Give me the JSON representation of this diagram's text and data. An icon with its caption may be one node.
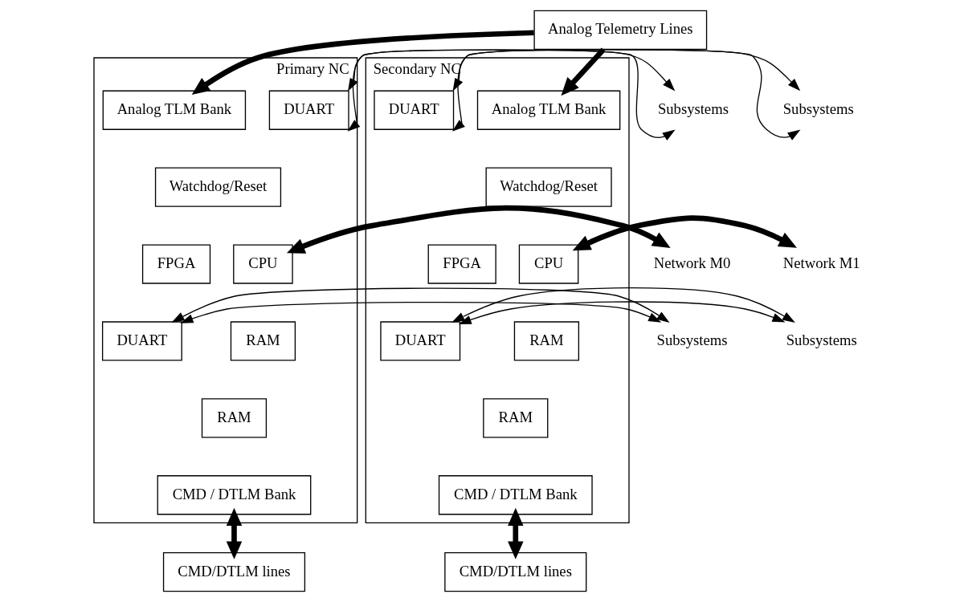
{
  "diagram": {
    "nodes": [
      {
        "text": [
          "Analog Telemetry Lines"
        ]
      },
      {
        "text": [
          "Primary NC"
        ]
      },
      {
        "text": [
          "DUART"
        ],
        "in": 1
      },
      {
        "text": [
          "Analog TLM Bank"
        ],
        "in": 1
      },
      {
        "text": [
          "Watchdog/Reset"
        ],
        "in": 1
      },
      {
        "text": [
          "CPU"
        ],
        "in": 1
      },
      {
        "text": [
          "FPGA"
        ],
        "in": 1
      },
      {
        "text": [
          "RAM"
        ],
        "in": 1
      },
      {
        "text": [
          "RAM"
        ],
        "in": 1
      },
      {
        "text": [
          "DUART"
        ],
        "in": 1
      },
      {
        "text": [
          "CMD / DTLM Bank"
        ],
        "in": 1
      },
      {
        "text": [
          "Secondary NC"
        ]
      },
      {
        "text": [
          "Analog TLM Bank"
        ],
        "in": 11
      },
      {
        "text": [
          "DUART"
        ],
        "in": 11
      },
      {
        "text": [
          "Watchdog/Reset"
        ],
        "in": 11
      },
      {
        "text": [
          "CPU"
        ],
        "in": 11
      },
      {
        "text": [
          "FPGA"
        ],
        "in": 11
      },
      {
        "text": [
          "RAM"
        ],
        "in": 11
      },
      {
        "text": [
          "RAM"
        ],
        "in": 11
      },
      {
        "text": [
          "DUART"
        ],
        "in": 11
      },
      {
        "text": [
          "CMD / DTLM Bank"
        ],
        "in": 11
      },
      {
        "text": [
          "CMD/DTLM lines"
        ]
      },
      {
        "text": [
          "CMD/DTLM lines"
        ]
      },
      {
        "text": [
          "Subsystems"
        ]
      },
      {
        "text": [
          "Network M0"
        ]
      },
      {
        "text": [
          "Subsystems"
        ]
      },
      {
        "text": [
          "Subsystems"
        ]
      },
      {
        "text": [
          "Network M1"
        ]
      },
      {
        "text": [
          "Subsystems"
        ]
      }
    ],
    "edges": [
      {
        "from": 0,
        "to": 3,
        "arrow": "to",
        "style": "thick"
      },
      {
        "from": 0,
        "to": 12,
        "arrow": "to",
        "style": "thick"
      },
      {
        "from": 23,
        "to": 2,
        "arrow": "both"
      },
      {
        "from": 23,
        "to": 2,
        "arrow": "both"
      },
      {
        "from": 24,
        "to": 5,
        "arrow": "both",
        "style": "thick"
      },
      {
        "from": 25,
        "to": 9,
        "arrow": "both"
      },
      {
        "from": 25,
        "to": 9,
        "arrow": "both"
      },
      {
        "from": 13,
        "to": 26,
        "arrow": "both"
      },
      {
        "from": 13,
        "to": 26,
        "arrow": "both"
      },
      {
        "from": 15,
        "to": 27,
        "arrow": "both",
        "style": "thick"
      },
      {
        "from": 19,
        "to": 28,
        "arrow": "both"
      },
      {
        "from": 19,
        "to": 28,
        "arrow": "both"
      },
      {
        "from": 10,
        "to": 21,
        "arrow": "both",
        "style": "thick"
      },
      {
        "from": 20,
        "to": 22,
        "arrow": "both",
        "style": "thick"
      }
    ]
  }
}
